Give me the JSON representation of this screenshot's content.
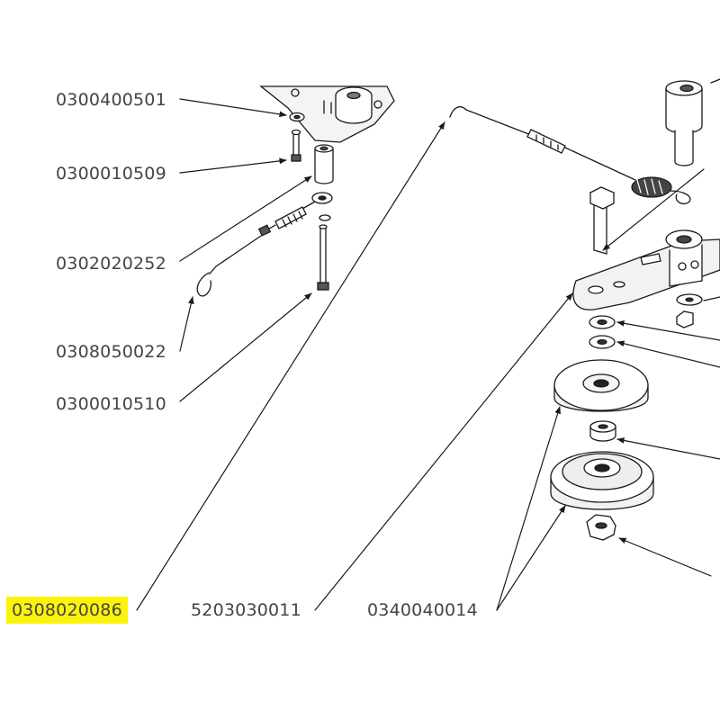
{
  "highlight_color": "#fbf40a",
  "labels": {
    "l1": "0300400501",
    "l2": "0300010509",
    "l3": "0302020252",
    "l4": "0308050022",
    "l5": "0300010510",
    "l6": "0308020086",
    "l7": "5203030011",
    "l8": "0340040014"
  }
}
